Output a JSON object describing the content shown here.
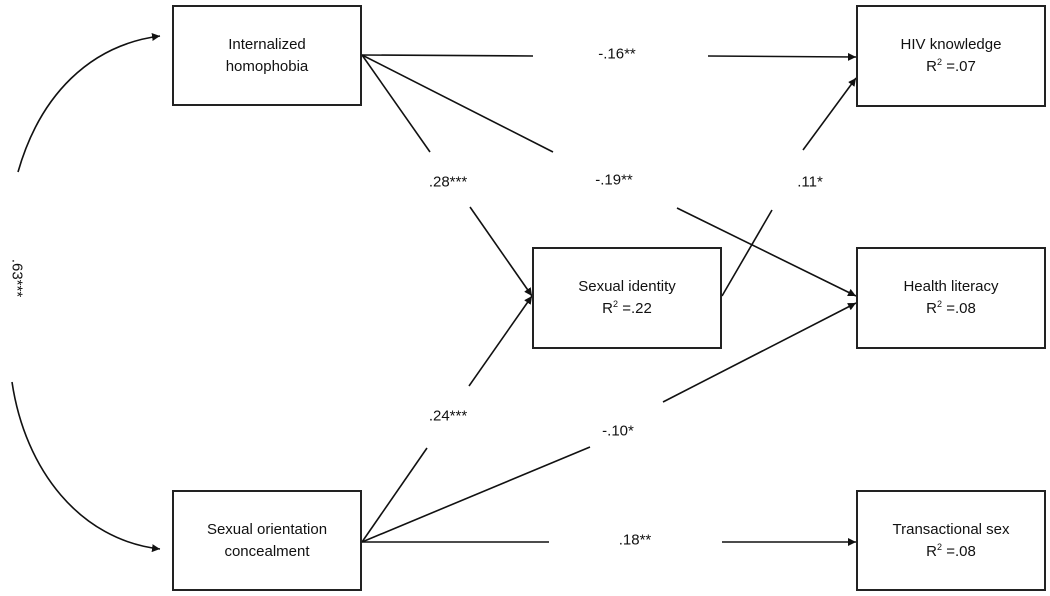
{
  "nodes": {
    "internalized_homophobia": {
      "line1": "Internalized",
      "line2": "homophobia"
    },
    "sexual_orientation_concealment": {
      "line1": "Sexual orientation",
      "line2": "concealment"
    },
    "sexual_identity": {
      "label": "Sexual identity",
      "r2_prefix": "R",
      "r2_sup": "2",
      "r2_value": " =.22"
    },
    "hiv_knowledge": {
      "label": "HIV knowledge",
      "r2_prefix": "R",
      "r2_sup": "2",
      "r2_value": " =.07"
    },
    "health_literacy": {
      "label": "Health literacy",
      "r2_prefix": "R",
      "r2_sup": "2",
      "r2_value": " =.08"
    },
    "transactional_sex": {
      "label": "Transactional sex",
      "r2_prefix": "R",
      "r2_sup": "2",
      "r2_value": " =.08"
    }
  },
  "paths": {
    "ih_to_hiv": "-.16**",
    "ih_to_identity": ".28***",
    "ih_to_health": "-.19**",
    "identity_to_hiv": ".11*",
    "soc_to_identity": ".24***",
    "soc_to_health": "-.10*",
    "soc_to_transactional": ".18**",
    "covariance": ".63***"
  }
}
